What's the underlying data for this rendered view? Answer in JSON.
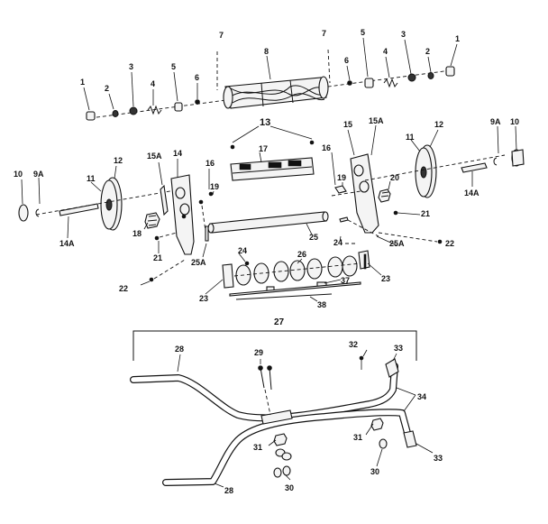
{
  "labels": {
    "p1": "1",
    "p2": "2",
    "p3": "3",
    "p4": "4",
    "p5": "5",
    "p6": "6",
    "p7": "7",
    "p8": "8",
    "p9a": "9A",
    "p10": "10",
    "p11": "11",
    "p12": "12",
    "p13": "13",
    "p14": "14",
    "p14a": "14A",
    "p15": "15",
    "p15a": "15A",
    "p16": "16",
    "p17": "17",
    "p18": "18",
    "p19": "19",
    "p20": "20",
    "p21": "21",
    "p22": "22",
    "p23": "23",
    "p24": "24",
    "p25": "25",
    "p25a": "25A",
    "p26": "26",
    "p27": "27",
    "p28": "28",
    "p29": "29",
    "p30": "30",
    "p31": "31",
    "p32": "32",
    "p33": "33",
    "p34": "34",
    "p37": "37",
    "p38": "38"
  }
}
